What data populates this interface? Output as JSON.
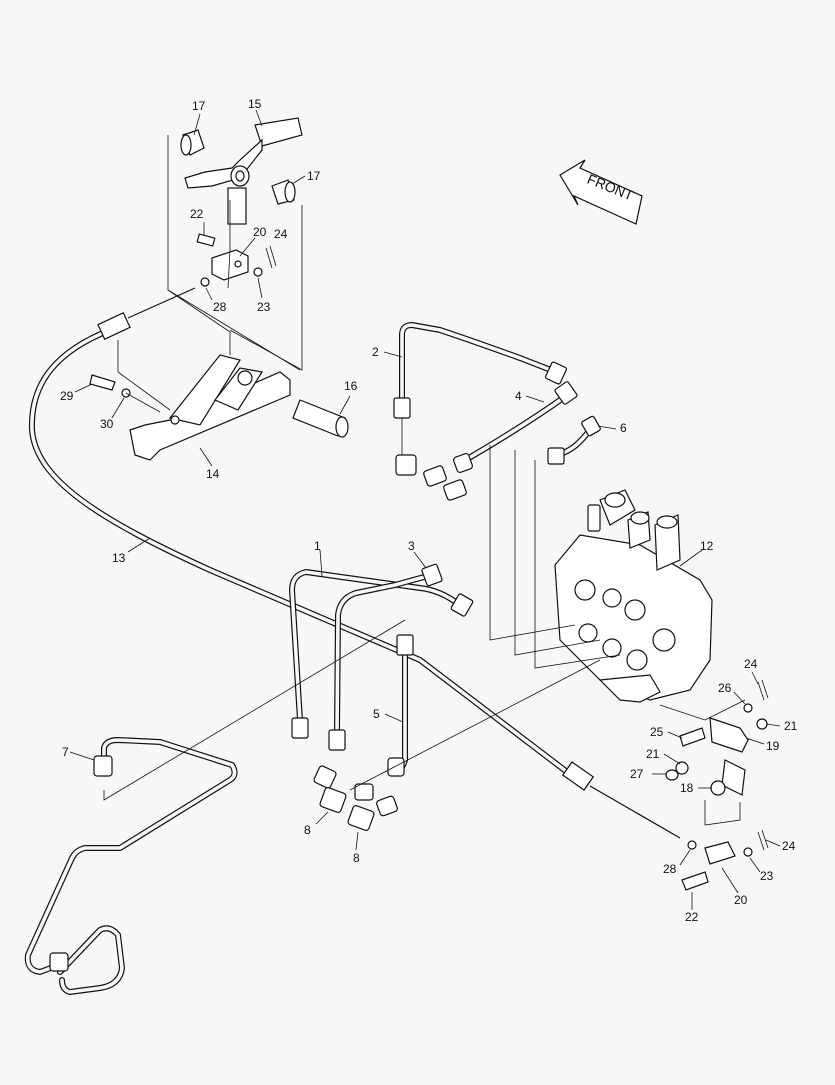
{
  "labels": {
    "front": "FRONT",
    "c1": "1",
    "c2": "2",
    "c3": "3",
    "c4": "4",
    "c5": "5",
    "c6": "6",
    "c7": "7",
    "c8a": "8",
    "c8b": "8",
    "c12": "12",
    "c13": "13",
    "c14": "14",
    "c15": "15",
    "c16": "16",
    "c17a": "17",
    "c17b": "17",
    "c18": "18",
    "c19": "19",
    "c20a": "20",
    "c20b": "20",
    "c21a": "21",
    "c21b": "21",
    "c22a": "22",
    "c22b": "22",
    "c23a": "23",
    "c23b": "23",
    "c24a": "24",
    "c24b": "24",
    "c24c": "24",
    "c25": "25",
    "c26": "26",
    "c27": "27",
    "c28a": "28",
    "c28b": "28",
    "c29": "29",
    "c30": "30"
  }
}
